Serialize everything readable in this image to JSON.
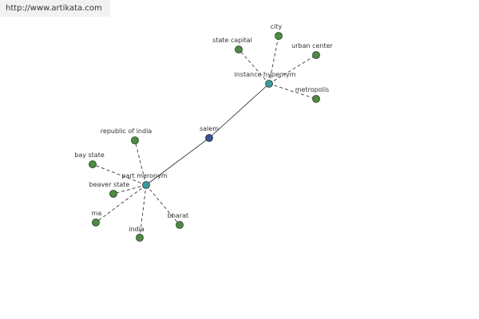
{
  "banner": {
    "url": "http://www.artikata.com"
  },
  "colors": {
    "center": "#3b4f9a",
    "relation": "#3a9aa0",
    "leaf": "#4f8a44"
  },
  "graph": {
    "center": {
      "id": "salem",
      "label": "salem"
    },
    "relations": [
      {
        "id": "instance-hypernym",
        "label": "instance hypernym",
        "leaves": [
          "state capital",
          "city",
          "urban center",
          "metropolis"
        ]
      },
      {
        "id": "part-meronym",
        "label": "part meronym",
        "leaves": [
          "republic of india",
          "bay state",
          "beaver state",
          "ma",
          "india",
          "bharat"
        ]
      }
    ]
  }
}
